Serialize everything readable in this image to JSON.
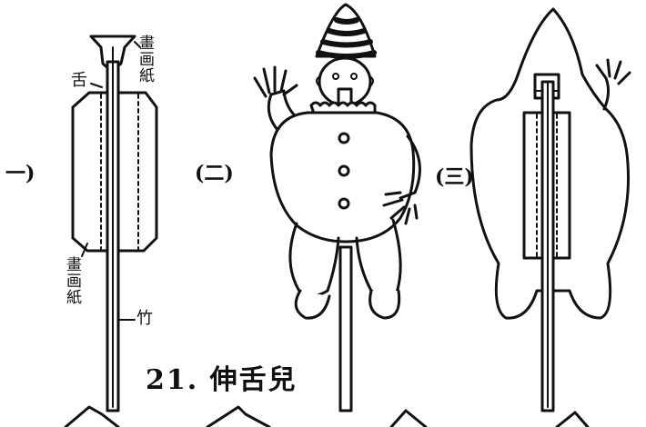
{
  "figure_labels": {
    "fig1": "一)",
    "fig2": "(二)",
    "fig3": "(三)"
  },
  "part_labels": {
    "tongue_top": "舌",
    "drawing_paper_top": "畫画紙",
    "drawing_paper_bottom": "畫画紙",
    "bamboo": "竹"
  },
  "caption": "21. 伸舌兒",
  "colors": {
    "ink": "#111111",
    "paper": "#ffffff"
  }
}
